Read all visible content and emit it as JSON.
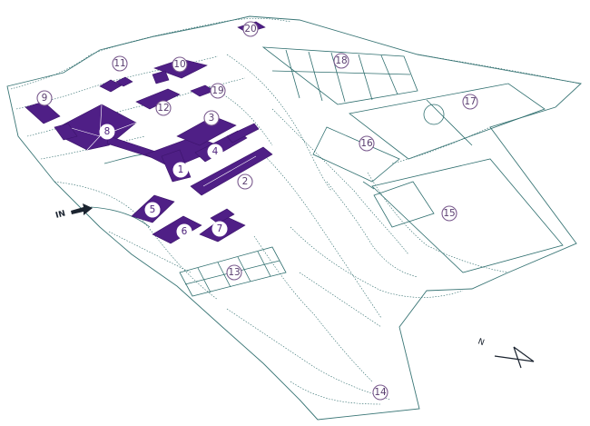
{
  "map": {
    "entrance_label": "IN",
    "north_label": "N",
    "markers": [
      "1",
      "2",
      "3",
      "4",
      "5",
      "6",
      "7",
      "8",
      "9",
      "10",
      "11",
      "12",
      "13",
      "14",
      "15",
      "16",
      "17",
      "18",
      "19",
      "20"
    ]
  },
  "colors": {
    "building": "#4f1f86",
    "vegetation": "#2b6a6a",
    "marker_ring": "#7a5a8e",
    "background": "#ffffff"
  },
  "icons": {
    "entrance": "arrow-right-icon",
    "north": "north-arrow-icon"
  }
}
